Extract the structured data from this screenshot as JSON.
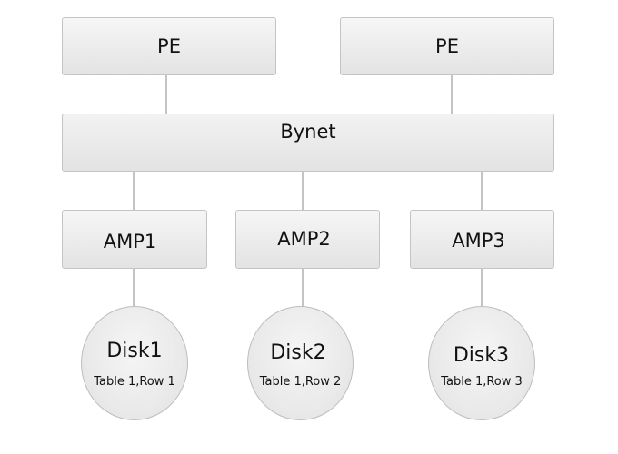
{
  "pe_nodes": [
    {
      "label": "PE"
    },
    {
      "label": "PE"
    }
  ],
  "bynet": {
    "label": "Bynet"
  },
  "amps": [
    {
      "label": "AMP1"
    },
    {
      "label": "AMP2"
    },
    {
      "label": "AMP3"
    }
  ],
  "disks": [
    {
      "label": "Disk1",
      "content": "Table 1,Row 1"
    },
    {
      "label": "Disk2",
      "content": "Table 1,Row 2"
    },
    {
      "label": "Disk3",
      "content": "Table 1,Row 3"
    }
  ]
}
